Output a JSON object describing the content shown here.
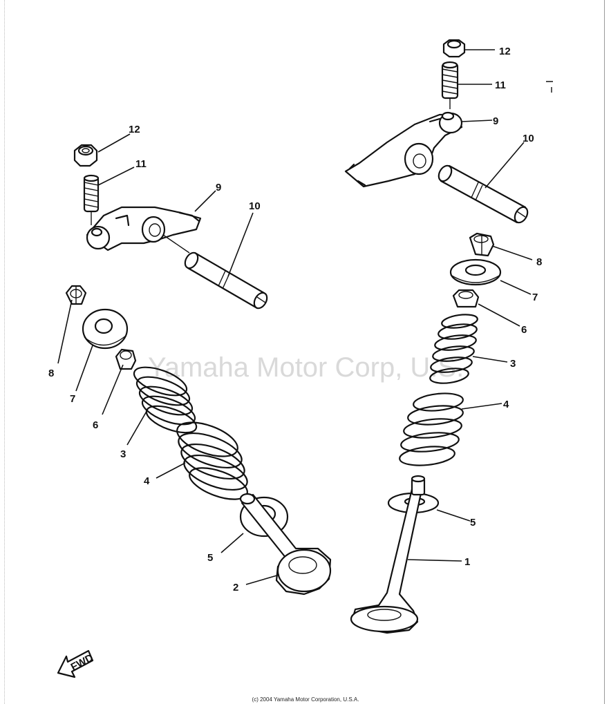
{
  "watermark": "Yamaha Motor Corp, U.S.",
  "copyright": "(c) 2004 Yamaha Motor Corporation, U.S.A.",
  "fwd_label": "FWD",
  "callouts": {
    "c1": "1",
    "c2": "2",
    "left_3": "3",
    "left_4": "4",
    "left_5": "5",
    "left_6": "6",
    "left_7": "7",
    "left_8": "8",
    "left_9": "9",
    "left_10": "10",
    "left_11": "11",
    "left_12": "12",
    "right_3": "3",
    "right_4": "4",
    "right_5": "5",
    "right_6": "6",
    "right_7": "7",
    "right_8": "8",
    "right_9": "9",
    "right_10": "10",
    "right_11": "11",
    "right_12": "12"
  }
}
